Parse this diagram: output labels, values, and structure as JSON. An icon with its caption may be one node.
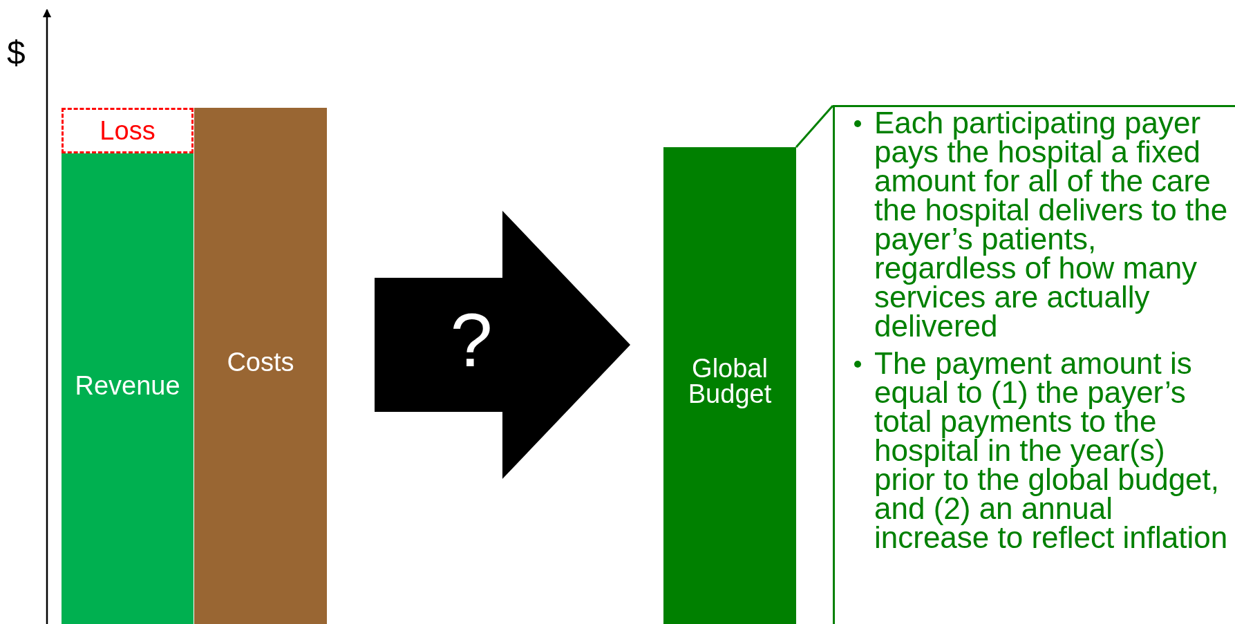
{
  "diagram": {
    "nodes": [
      {
        "text": [
          "Loss"
        ]
      },
      {
        "text": [
          "Revenue"
        ]
      },
      {
        "text": [
          "Costs"
        ]
      },
      {
        "text": [
          "Global Budget"
        ]
      },
      {
        "text": [
          "Each participating payer pays the hospital a fixed amount for all of the care the hospital delivers to the payer’s patients, regardless of how many services are actually delivered",
          "The payment amount is equal to (1) the payer’s total payments to the hospital in the year(s) prior to the global budget, and (2) an annual increase to reflect inflation"
        ]
      }
    ],
    "edges": [
      {
        "from": 2,
        "to": 3,
        "arrow": "to",
        "label": "?",
        "style": "thick"
      },
      {
        "from": 3,
        "to": 4,
        "arrow": "none",
        "color": "#008000"
      }
    ],
    "labels": [
      "$"
    ]
  }
}
